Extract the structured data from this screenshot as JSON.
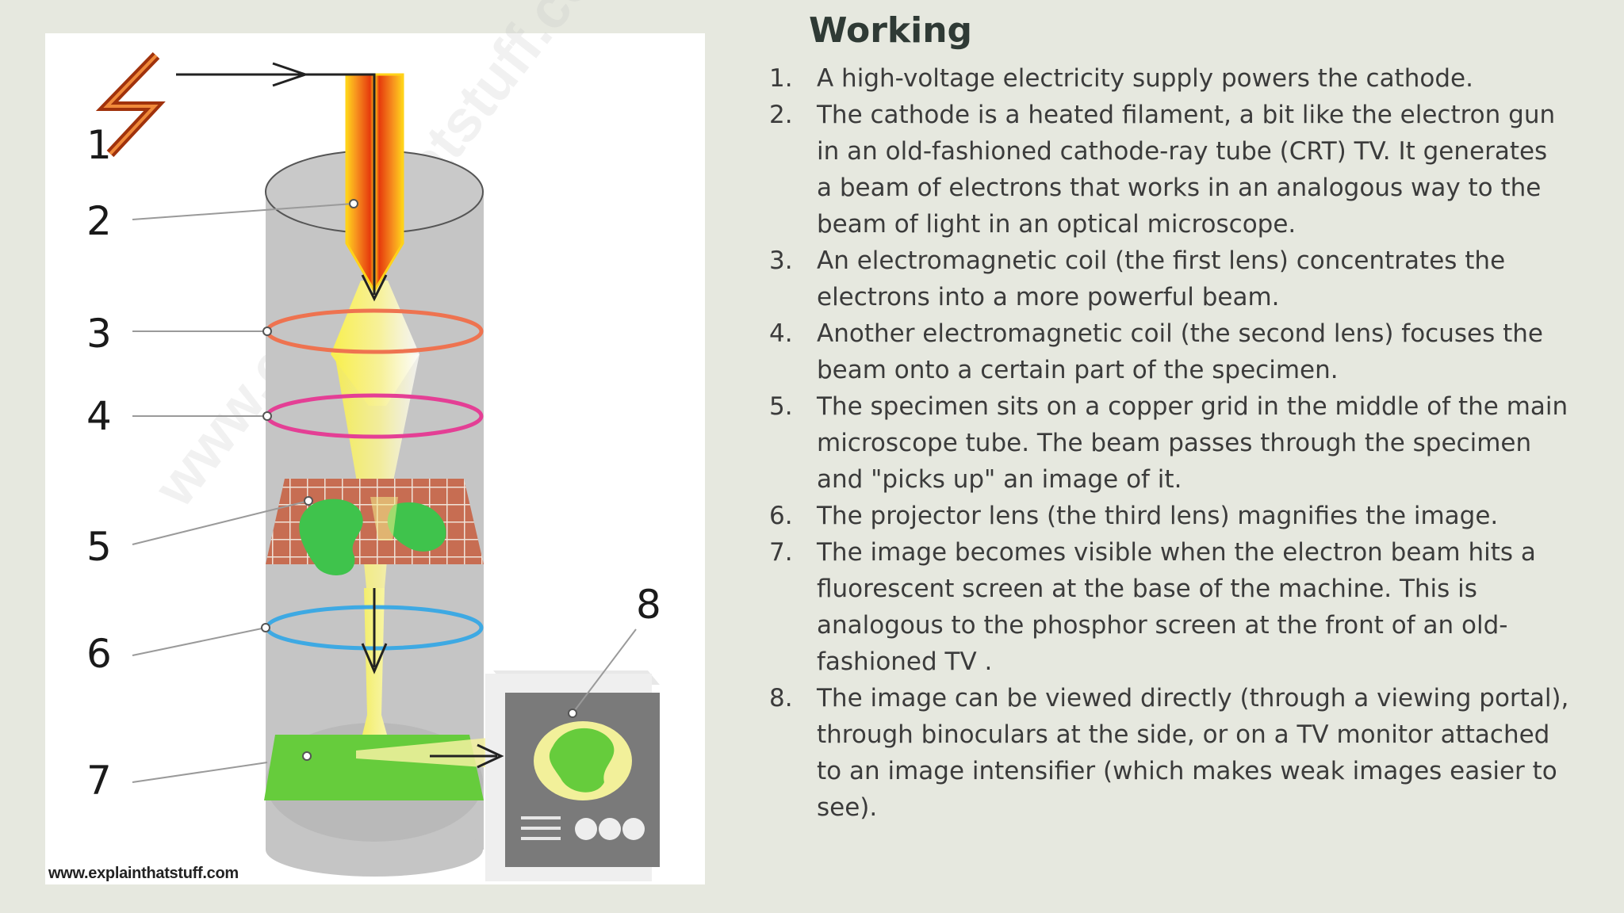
{
  "heading": "Working",
  "steps": [
    {
      "num": "1.",
      "text": "A high-voltage electricity supply powers the cathode."
    },
    {
      "num": "2.",
      "text": "The cathode is a heated filament, a bit like the electron gun in an old-fashioned cathode-ray tube (CRT) TV. It generates a beam of electrons that works in an analogous way to the beam of light in an optical microscope."
    },
    {
      "num": "3.",
      "text": "An electromagnetic coil (the first lens) concentrates the electrons into a more powerful beam."
    },
    {
      "num": "4.",
      "text": "Another electromagnetic coil (the second lens) focuses the beam onto a certain part of the specimen."
    },
    {
      "num": "5.",
      "text": "The specimen sits on a copper grid in the middle of the main microscope tube. The beam passes through the specimen and \"picks up\" an image of it."
    },
    {
      "num": "6.",
      "text": "The projector lens (the third lens) magnifies the image."
    },
    {
      "num": "7.",
      "text": "The image becomes visible when the electron beam hits a fluorescent screen at the base of the machine. This is analogous to the phosphor screen at the front of an old-fashioned TV ."
    },
    {
      "num": "8.",
      "text": "The image can be viewed directly (through a viewing portal), through binoculars at the side, or on a TV monitor attached to an image intensifier (which makes weak images easier to see)."
    }
  ],
  "figure": {
    "labels": [
      "1",
      "2",
      "3",
      "4",
      "5",
      "6",
      "7",
      "8"
    ],
    "credit": "www.explainthatstuff.com",
    "watermark": "www.explainthatstuff.com",
    "colors": {
      "tube": "#c4c4c4",
      "lens_1": "#ee7350",
      "lens_2": "#e43f95",
      "lens_3": "#3ea9e3",
      "grid": "#c76d52",
      "specimen": "#3fc34c",
      "screen": "#66cc3c",
      "beam": "#f6ee58",
      "cathode": "#f04a10",
      "bolt": "#a0320c"
    },
    "icons": [
      "lightning-bolt-icon",
      "monitor-icon"
    ]
  }
}
